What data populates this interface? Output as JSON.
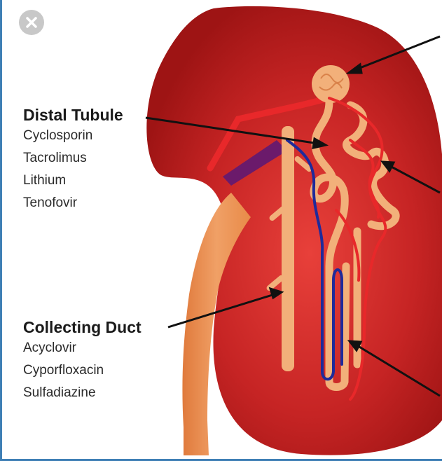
{
  "close_icon": "close-icon",
  "colors": {
    "kidney": "#b71c1c",
    "kidney_highlight": "#e53935",
    "tubule": "#f2b07a",
    "ureter": "#ef9a5a",
    "artery": "#e8282a",
    "vein": "#1f2a9a"
  },
  "sections": [
    {
      "heading": "Distal Tubule",
      "drugs": [
        "Cyclosporin",
        "Tacrolimus",
        "Lithium",
        "Tenofovir"
      ]
    },
    {
      "heading": "Collecting Duct",
      "drugs": [
        "Acyclovir",
        "Cyporfloxacin",
        "Sulfadiazine"
      ]
    }
  ]
}
